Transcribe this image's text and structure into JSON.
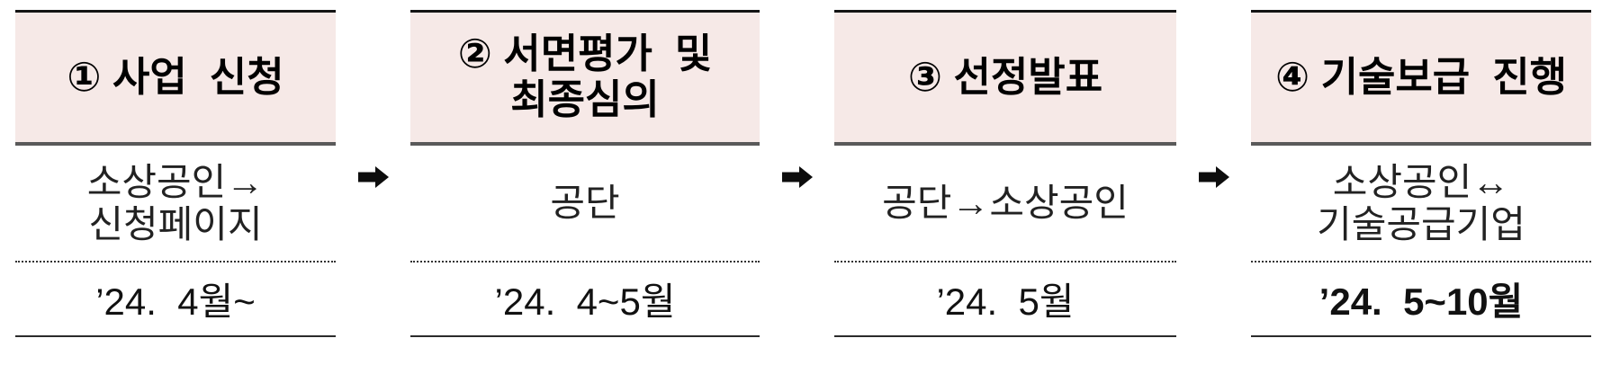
{
  "colors": {
    "header_bg": "#F6E9E7",
    "header_top_border": "#141414",
    "header_bottom_border": "#5a5a5a",
    "line_color": "#2b2b2b",
    "text_color": "#1c1c1c",
    "arrow_color": "#0d0d0d"
  },
  "flow": {
    "arrow_icon": "right-arrow",
    "steps": [
      {
        "title_lines": [
          "① 사업  신청"
        ],
        "body_lines": [
          "소상공인→",
          "신청페이지"
        ],
        "date": "’24.  4월~"
      },
      {
        "title_lines": [
          "② 서면평가  및",
          "최종심의"
        ],
        "body_lines": [
          "공단"
        ],
        "date": "’24.  4~5월"
      },
      {
        "title_lines": [
          "③ 선정발표"
        ],
        "body_lines": [
          "공단→소상공인"
        ],
        "date": "’24.  5월"
      },
      {
        "title_lines": [
          "④ 기술보급  진행"
        ],
        "body_lines": [
          "소상공인↔",
          "기술공급기업"
        ],
        "date": "’24.  5~10월"
      }
    ]
  }
}
